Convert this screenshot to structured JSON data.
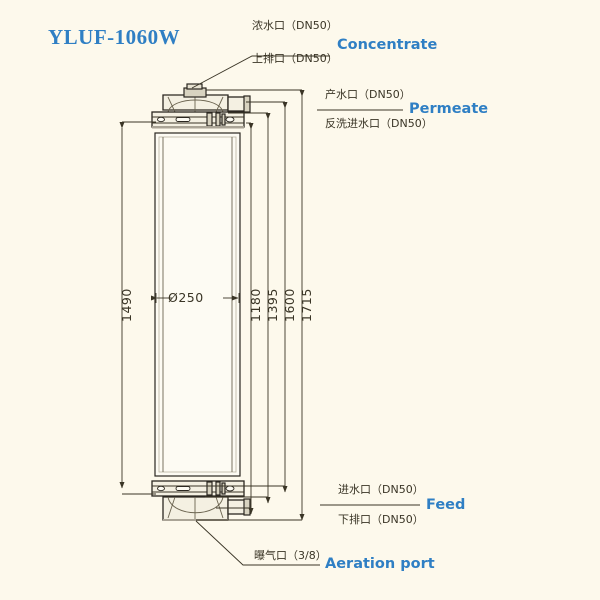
{
  "title": "YLUF-1060W",
  "colors": {
    "background": "#fdf9ec",
    "accent": "#2f7fc4",
    "line": "#3a3526",
    "fill_light": "#f3efe0"
  },
  "ports": {
    "concentrate": {
      "cn_top": "浓水口（DN50）",
      "cn_bottom": "上排口（DN50）",
      "en": "Concentrate"
    },
    "permeate": {
      "cn_top": "产水口（DN50）",
      "cn_bottom": "反洗进水口（DN50）",
      "en": "Permeate"
    },
    "feed": {
      "cn_top": "进水口（DN50）",
      "cn_bottom": "下排口（DN50）",
      "en": "Feed"
    },
    "aeration": {
      "cn": "曝气口（3/8）",
      "en": "Aeration port"
    }
  },
  "dimensions": {
    "overall_left": "1490",
    "diameter": "Ø250",
    "d1": "1180",
    "d2": "1395",
    "d3": "1600",
    "d4": "1715"
  },
  "icons": {
    "leader": "leader-line",
    "arrow": "dimension-arrow"
  }
}
